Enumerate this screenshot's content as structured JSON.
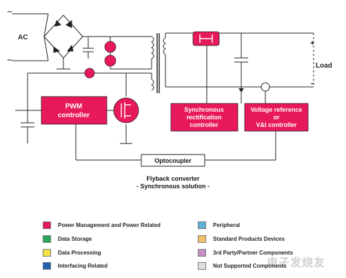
{
  "diagram": {
    "ac_label": "AC",
    "load_label": "Load",
    "plus_label": "+",
    "minus_label": "-",
    "tilde": "~",
    "pwm_line1": "PWM",
    "pwm_line2": "controller",
    "sync_line1": "Synchronous",
    "sync_line2": "rectification",
    "sync_line3": "controller",
    "vref_line1": "Voltage reference",
    "vref_line2": "or",
    "vref_line3": "V&I controller",
    "optocoupler": "Optocoupler",
    "caption_line1": "Flyback converter",
    "caption_line2": "- Synchronous solution -"
  },
  "legend": {
    "items": [
      {
        "label": "Power Management and Power Related",
        "color": "#e8195a"
      },
      {
        "label": "Peripheral",
        "color": "#5fb0d8"
      },
      {
        "label": "Data Storage",
        "color": "#26a65b"
      },
      {
        "label": "Standard Products Devices",
        "color": "#f2c26b"
      },
      {
        "label": "Data Processing",
        "color": "#f6e04a"
      },
      {
        "label": "3rd Party/Partner Components",
        "color": "#c78fc7"
      },
      {
        "label": "Interfacing Related",
        "color": "#1f5fae"
      },
      {
        "label": "Not Supported Components",
        "color": "#e0e0e0"
      }
    ]
  },
  "colors": {
    "block": "#e8195a",
    "line": "#222222"
  },
  "watermark": "电子发烧友"
}
